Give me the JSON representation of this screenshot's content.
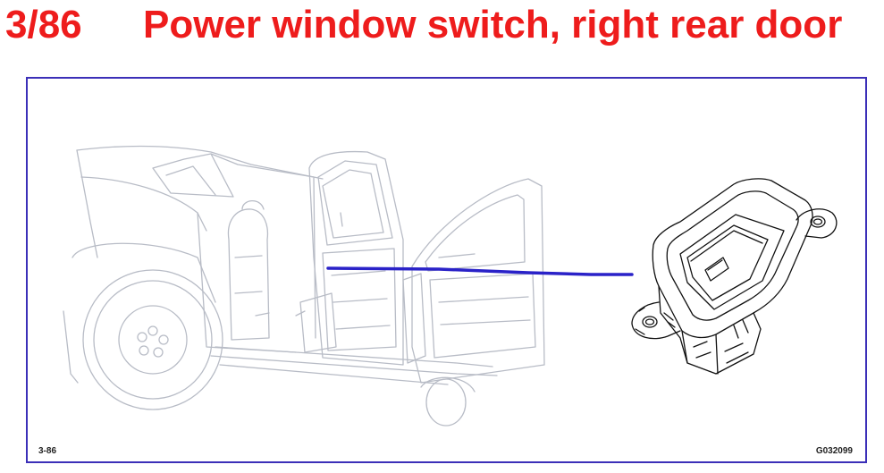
{
  "header": {
    "number": "3/86",
    "title": "Power window switch, right rear door"
  },
  "figure": {
    "ref_left": "3-86",
    "ref_right": "G032099"
  },
  "colors": {
    "title": "#ee1c1c",
    "frame": "#3b2fb8",
    "leader": "#2a22c8",
    "car_lines": "#b8bcc6",
    "switch_lines": "#111111"
  },
  "icons": {
    "vehicle": "car-doors-open-illustration",
    "component": "window-switch-illustration"
  }
}
